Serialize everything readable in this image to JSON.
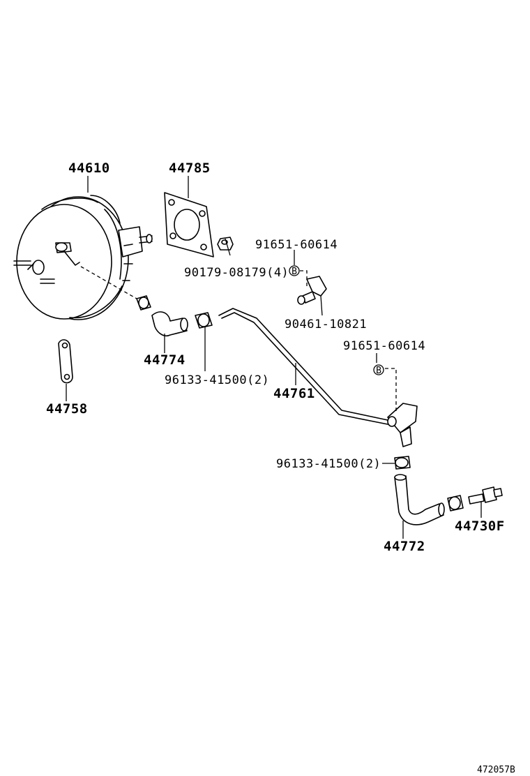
{
  "labels": {
    "p44610": "44610",
    "p44785": "44785",
    "p91651a": "91651-60614",
    "p90179": "90179-08179(4)",
    "p90461": "90461-10821",
    "p91651b": "91651-60614",
    "p44774": "44774",
    "p96133a": "96133-41500(2)",
    "p44761": "44761",
    "p44758": "44758",
    "p96133b": "96133-41500(2)",
    "p44730f": "44730F",
    "p44772": "44772",
    "callout_b": "B",
    "figure_code": "472057B"
  }
}
